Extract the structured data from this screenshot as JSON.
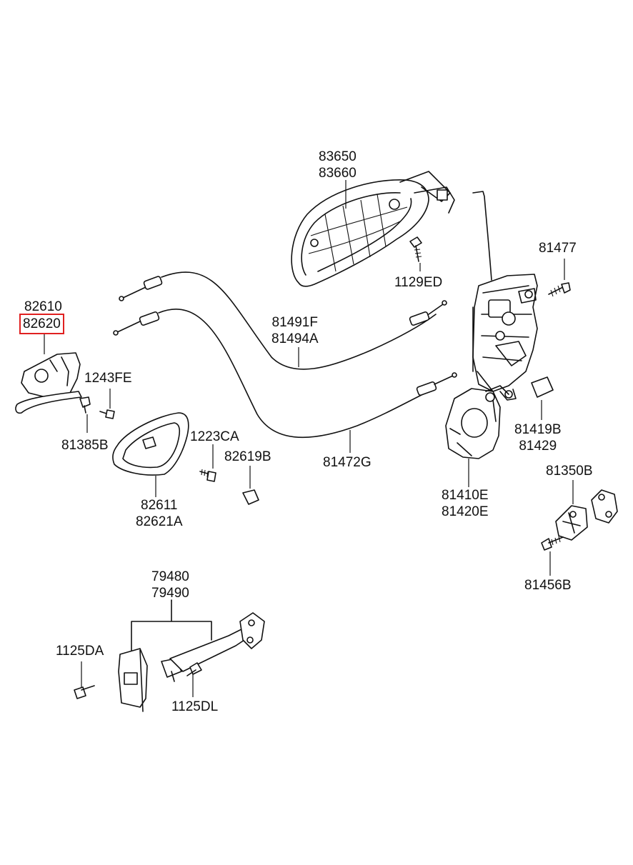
{
  "accent_color": "#e02020",
  "labels": {
    "handle_outer": [
      "83650",
      "83660"
    ],
    "bolt_1129ed": "1129ED",
    "bolt_81477": "81477",
    "cover_82610": "82610",
    "cover_82620_selected": "82620",
    "screw_1243fe": "1243FE",
    "cable_81491f": [
      "81491F",
      "81494A"
    ],
    "clip_81385b": "81385B",
    "screw_1223ca": "1223CA",
    "plug_82619b": "82619B",
    "cable_81472g": "81472G",
    "pad_81419b": [
      "81419B",
      "81429"
    ],
    "handle_inner": [
      "82611",
      "82621A"
    ],
    "actuator": [
      "81410E",
      "81420E"
    ],
    "striker": "81350B",
    "screw_81456b": "81456B",
    "checker": [
      "79480",
      "79490"
    ],
    "bolt_1125da": "1125DA",
    "bolt_1125dl": "1125DL"
  }
}
